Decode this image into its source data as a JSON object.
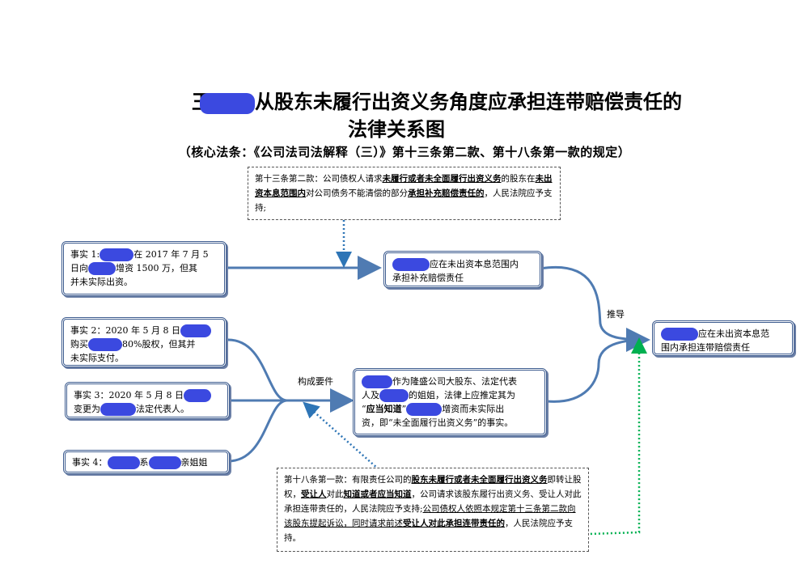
{
  "title": {
    "line1_prefix": "王",
    "line1_rest": "从股东未履行出资义务角度应承担连带赔偿责任的",
    "line2": "法律关系图"
  },
  "subtitle": "（核心法条：《公司法司法解释（三）》第十三条第二款、第十八条第一款的规定）",
  "law13": {
    "p1": "第十三条第二款：公司债权人请求",
    "p2": "未履行或者未全面履行出资义务",
    "p3": "的股东在",
    "p4": "未出资本息范围内",
    "p5": "对公司债务不能清偿的部分",
    "p6": "承担补充赔偿责任的",
    "p7": "，人民法院应予支持;"
  },
  "facts": {
    "f1": {
      "a": "事实 1:",
      "b": "在 2017 年 7 月 5",
      "c": "日向",
      "d": "增资 1500 万，但其",
      "e": "并未实际出资。"
    },
    "f2": {
      "a": "事实 2：2020 年 5 月 8 日",
      "b": "购买",
      "c": "80%股权，但其并",
      "d": "未实际支付。"
    },
    "f3": {
      "a": "事实 3：2020 年 5 月 8 日",
      "b": "变更为",
      "c": "法定代表人。"
    },
    "f4": {
      "a": "事实 4：",
      "b": "系",
      "c": "亲姐姐"
    }
  },
  "box_supplement": {
    "a": "应在未出资本息范围内",
    "b": "承担补充赔偿责任"
  },
  "box_knowing": {
    "a": "作为隆盛公司大股东、法定代表",
    "b": "人及",
    "c": "的姐姐，法律上应推定其为",
    "d": "“",
    "e": "应当知道",
    "f": "”",
    "g": "增资而未实际出",
    "h": "资，即“未全面履行出资义务”的事实。"
  },
  "box_joint": {
    "a": "应在未出资本息范",
    "b": "围内承担连带赔偿责任"
  },
  "labels": {
    "constitutes": "构成要件",
    "deduce": "推导"
  },
  "law18": {
    "p1": "第十八条第一款：有限责任公司的",
    "p2": "股东未履行或者未全面履行出资义务",
    "p3": "即转让股权，",
    "p4": "受让人",
    "p5": "对此",
    "p6": "知道或者应当知道",
    "p7": "，公司请求该股东履行出资义务、受让人对此承担连带责任的，人民法院应予支持;",
    "p8": "公司债权人依照本规定第十三条第二款向该股东提起诉讼，同时请求前述",
    "p9": "受让人对此承担连带责任的",
    "p10": "，人民法院应予支持。"
  },
  "colors": {
    "arrow": "#4f7bb2",
    "dotted_blue": "#2e75b6",
    "dotted_green": "#00b050",
    "redaction": "#3b49e0"
  }
}
